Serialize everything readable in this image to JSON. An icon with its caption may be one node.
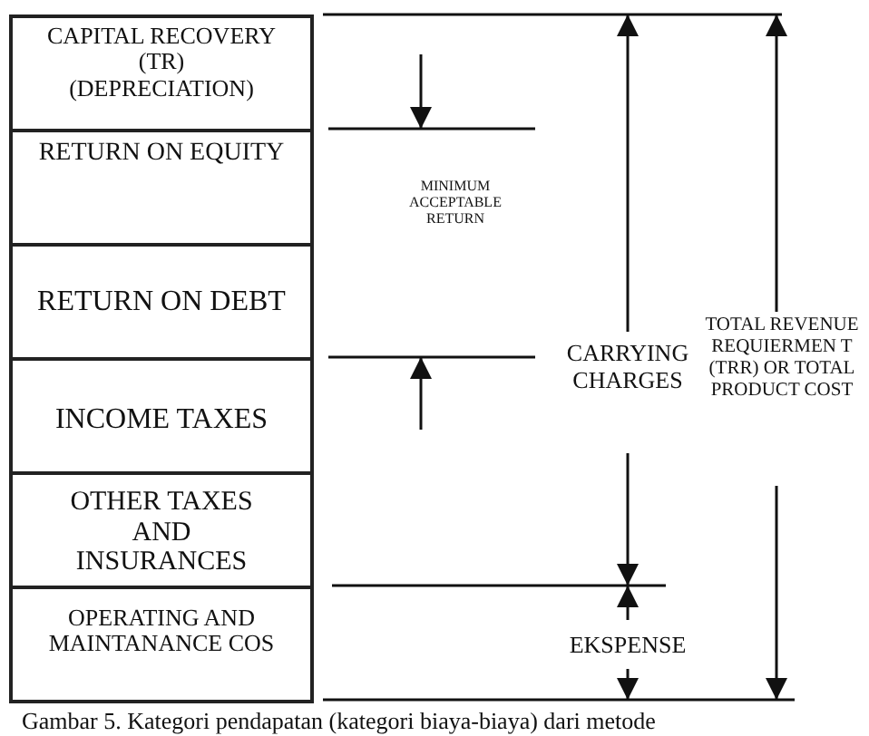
{
  "diagram": {
    "caption": "Gambar 5. Kategori pendapatan (kategori biaya-biaya) dari metode",
    "nodes": [
      {
        "text": [
          "CAPITAL RECOVERY (TR) (DEPRECIATION)"
        ]
      },
      {
        "text": [
          "RETURN ON EQUITY"
        ]
      },
      {
        "text": [
          "RETURN ON DEBT"
        ]
      },
      {
        "text": [
          "INCOME TAXES"
        ]
      },
      {
        "text": [
          "OTHER TAXES AND INSURANCES"
        ]
      },
      {
        "text": [
          "OPERATING AND MAINTANANCE COS"
        ]
      }
    ],
    "labels": [
      "MINIMUM ACCEPTABLE RETURN",
      "CARRYING CHARGES",
      "TOTAL REVENUE REQUIERMEN T (TRR) OR TOTAL PRODUCT COST",
      "EKSPENSE"
    ]
  }
}
